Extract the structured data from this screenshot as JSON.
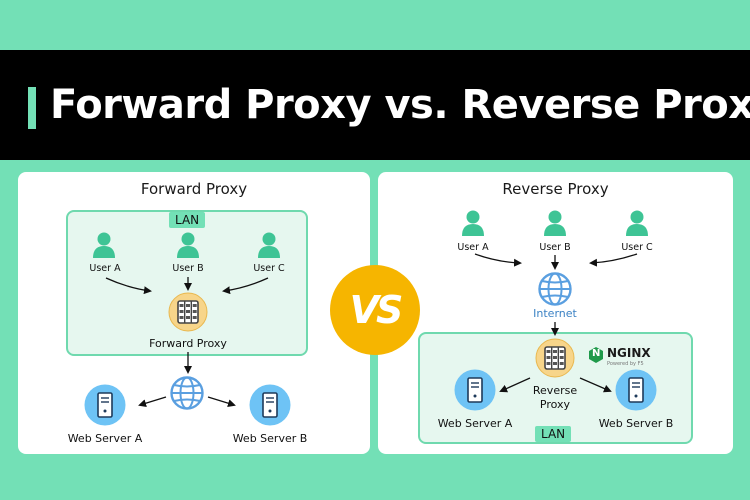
{
  "header": {
    "title": "Forward Proxy vs. Reverse Proxy"
  },
  "vs_label": "VS",
  "forward": {
    "title": "Forward Proxy",
    "lan_tag": "LAN",
    "users": [
      "User A",
      "User B",
      "User C"
    ],
    "proxy_label": "Forward Proxy",
    "servers": [
      "Web Server A",
      "Web Server B"
    ]
  },
  "reverse": {
    "title": "Reverse Proxy",
    "users": [
      "User A",
      "User B",
      "User C"
    ],
    "internet_label": "Internet",
    "proxy_label_1": "Reverse",
    "proxy_label_2": "Proxy",
    "nginx": {
      "name": "NGINX",
      "sub": "Powered by F5"
    },
    "servers": [
      "Web Server A",
      "Web Server B"
    ],
    "lan_tag": "LAN"
  },
  "colors": {
    "background": "#73e0b6",
    "banner": "#000000",
    "user_icon": "#3ec495",
    "proxy_icon_fill": "#f7d58a",
    "globe": "#5a9fe0",
    "server_circle": "#6ec3f5",
    "vs_badge": "#f6b500",
    "nginx_green": "#1f9a4a"
  },
  "icons": [
    "user-icon",
    "proxy-server-icon",
    "globe-icon",
    "web-server-icon",
    "nginx-logo-icon"
  ]
}
